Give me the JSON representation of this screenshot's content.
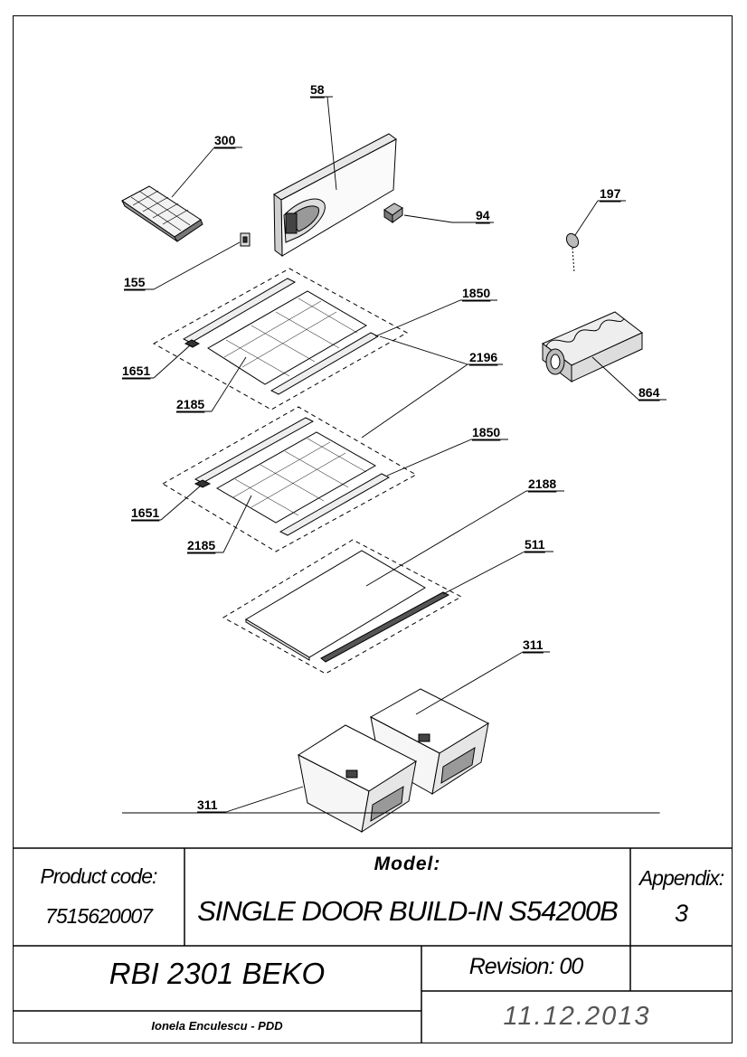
{
  "parts": [
    {
      "id": "p58",
      "label": "58"
    },
    {
      "id": "p300",
      "label": "300"
    },
    {
      "id": "p94",
      "label": "94"
    },
    {
      "id": "p197",
      "label": "197"
    },
    {
      "id": "p155",
      "label": "155"
    },
    {
      "id": "p1850a",
      "label": "1850"
    },
    {
      "id": "p2196",
      "label": "2196"
    },
    {
      "id": "p1651a",
      "label": "1651"
    },
    {
      "id": "p2185a",
      "label": "2185"
    },
    {
      "id": "p864",
      "label": "864"
    },
    {
      "id": "p1850b",
      "label": "1850"
    },
    {
      "id": "p2188",
      "label": "2188"
    },
    {
      "id": "p1651b",
      "label": "1651"
    },
    {
      "id": "p2185b",
      "label": "2185"
    },
    {
      "id": "p511",
      "label": "511"
    },
    {
      "id": "p311a",
      "label": "311"
    },
    {
      "id": "p311b",
      "label": "311"
    }
  ],
  "title_block": {
    "product_code_label": "Product code:",
    "product_code": "7515620007",
    "model_label": "Model:",
    "model": "SINGLE DOOR BUILD-IN S54200B",
    "appendix_label": "Appendix:",
    "appendix": "3",
    "product_name": "RBI 2301 BEKO",
    "revision": "Revision: 00",
    "author": "Ionela Enculescu - PDD",
    "date": "11.12.2013"
  }
}
